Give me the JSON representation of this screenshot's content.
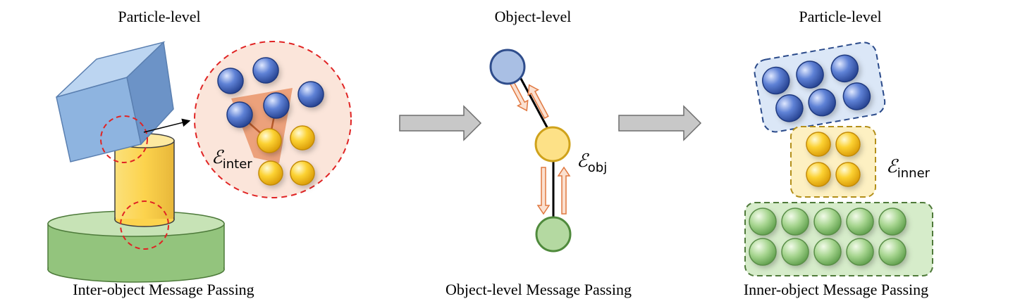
{
  "panels": {
    "left": {
      "title": "Particle-level",
      "caption": "Inter-object Message Passing",
      "edge_symbol": "ℰ",
      "edge_subscript": "inter"
    },
    "middle": {
      "title": "Object-level",
      "caption": "Object-level Message Passing",
      "edge_symbol": "ℰ",
      "edge_subscript": "obj"
    },
    "right": {
      "title": "Particle-level",
      "caption": "Inner-object Message Passing",
      "edge_symbol": "ℰ",
      "edge_subscript": "inner"
    }
  },
  "colors": {
    "blue": "#4a6fc4",
    "yellow": "#f5c52a",
    "green": "#8cc47a",
    "red_dash": "#e03030",
    "orange": "#f0a070",
    "arrow_gray": "#c8c8c8"
  }
}
